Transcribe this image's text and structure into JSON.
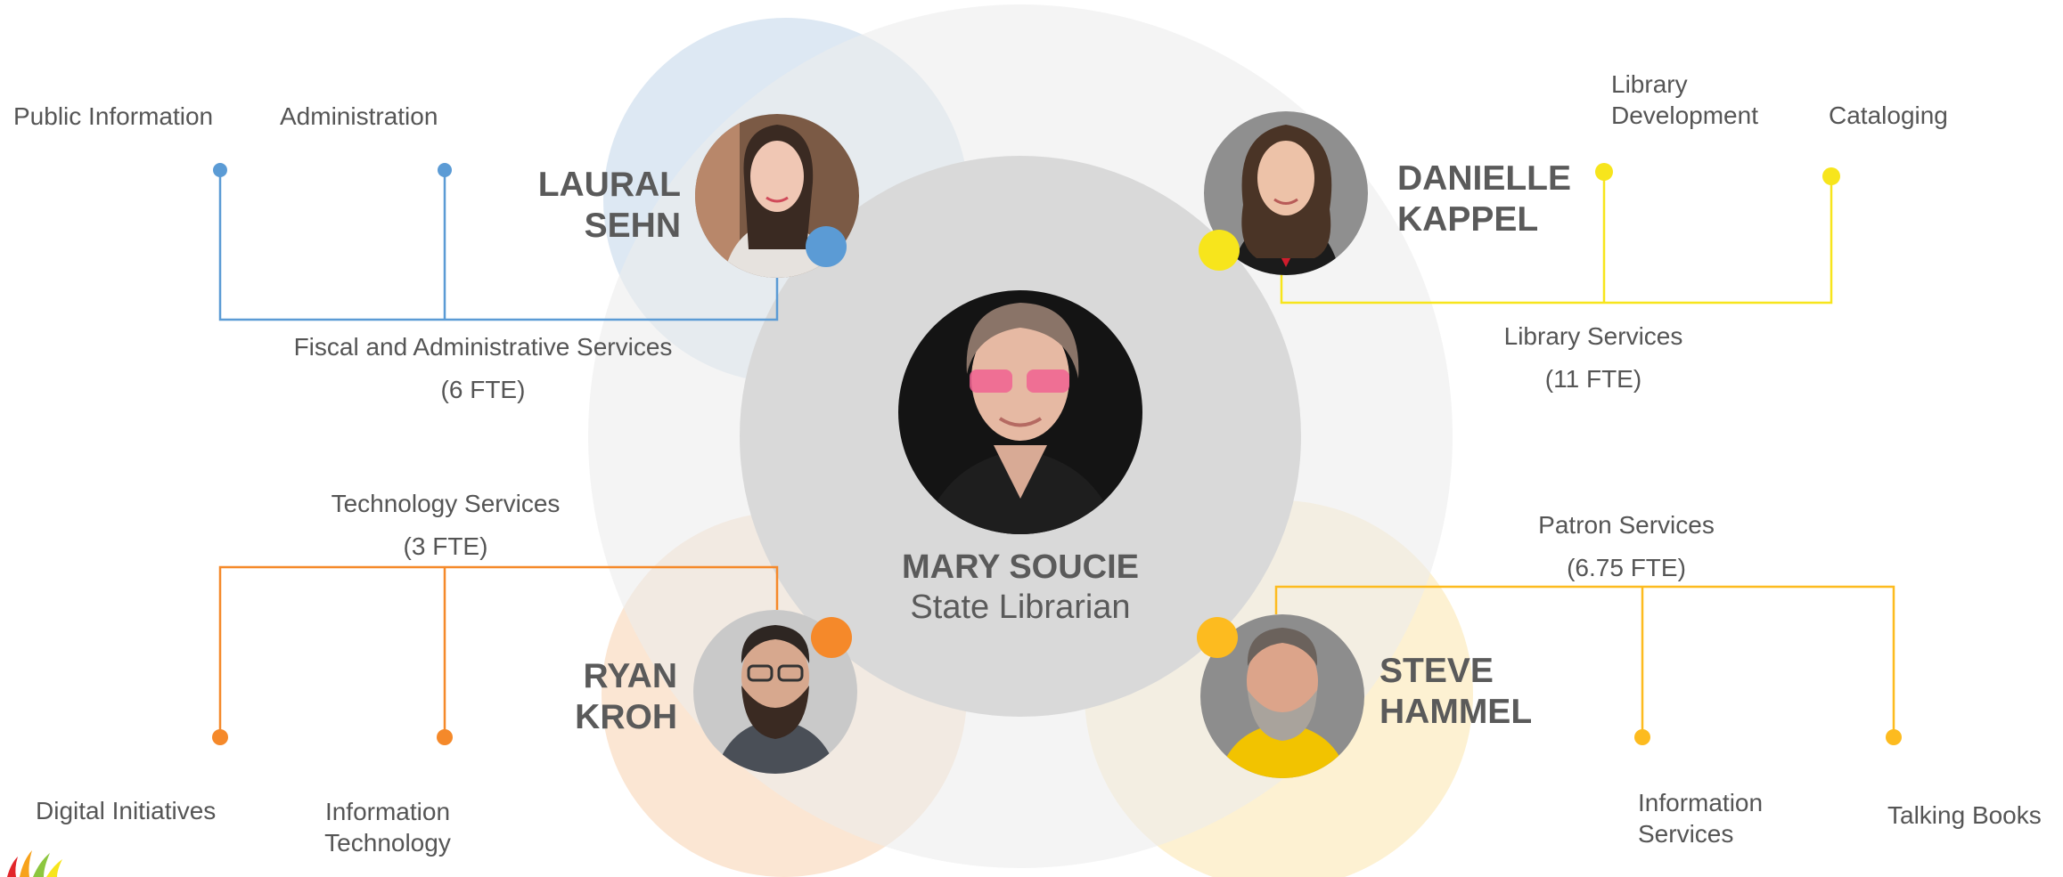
{
  "colors": {
    "blue": "#5b9bd5",
    "yellow": "#f7e51c",
    "orange": "#f5892a",
    "gold": "#fdbb1f",
    "center_circle": "#d9d9d9",
    "outer_circle": "#ececec"
  },
  "director": {
    "name": "MARY SOUCIE",
    "title": "State Librarian",
    "photo_icon": "portrait-photo"
  },
  "divisions": {
    "fiscal": {
      "leader": [
        "LAURAL",
        "SEHN"
      ],
      "name": "Fiscal and Administrative Services",
      "fte": "(6 FTE)",
      "units": [
        "Public Information",
        "Administration"
      ],
      "color": "#5b9bd5"
    },
    "library": {
      "leader": [
        "DANIELLE",
        "KAPPEL"
      ],
      "name": "Library Services",
      "fte": "(11 FTE)",
      "units": [
        [
          "Library",
          "Development"
        ],
        "Cataloging"
      ],
      "color": "#f7e51c"
    },
    "technology": {
      "leader": [
        "RYAN",
        "KROH"
      ],
      "name": "Technology Services",
      "fte": "(3 FTE)",
      "units": [
        "Digital Initiatives",
        [
          "Information",
          "Technology"
        ]
      ],
      "color": "#f5892a"
    },
    "patron": {
      "leader": [
        "STEVE",
        "HAMMEL"
      ],
      "name": "Patron Services",
      "fte": "(6.75 FTE)",
      "units": [
        [
          "Information",
          "Services"
        ],
        "Talking Books"
      ],
      "color": "#fdbb1f"
    }
  }
}
